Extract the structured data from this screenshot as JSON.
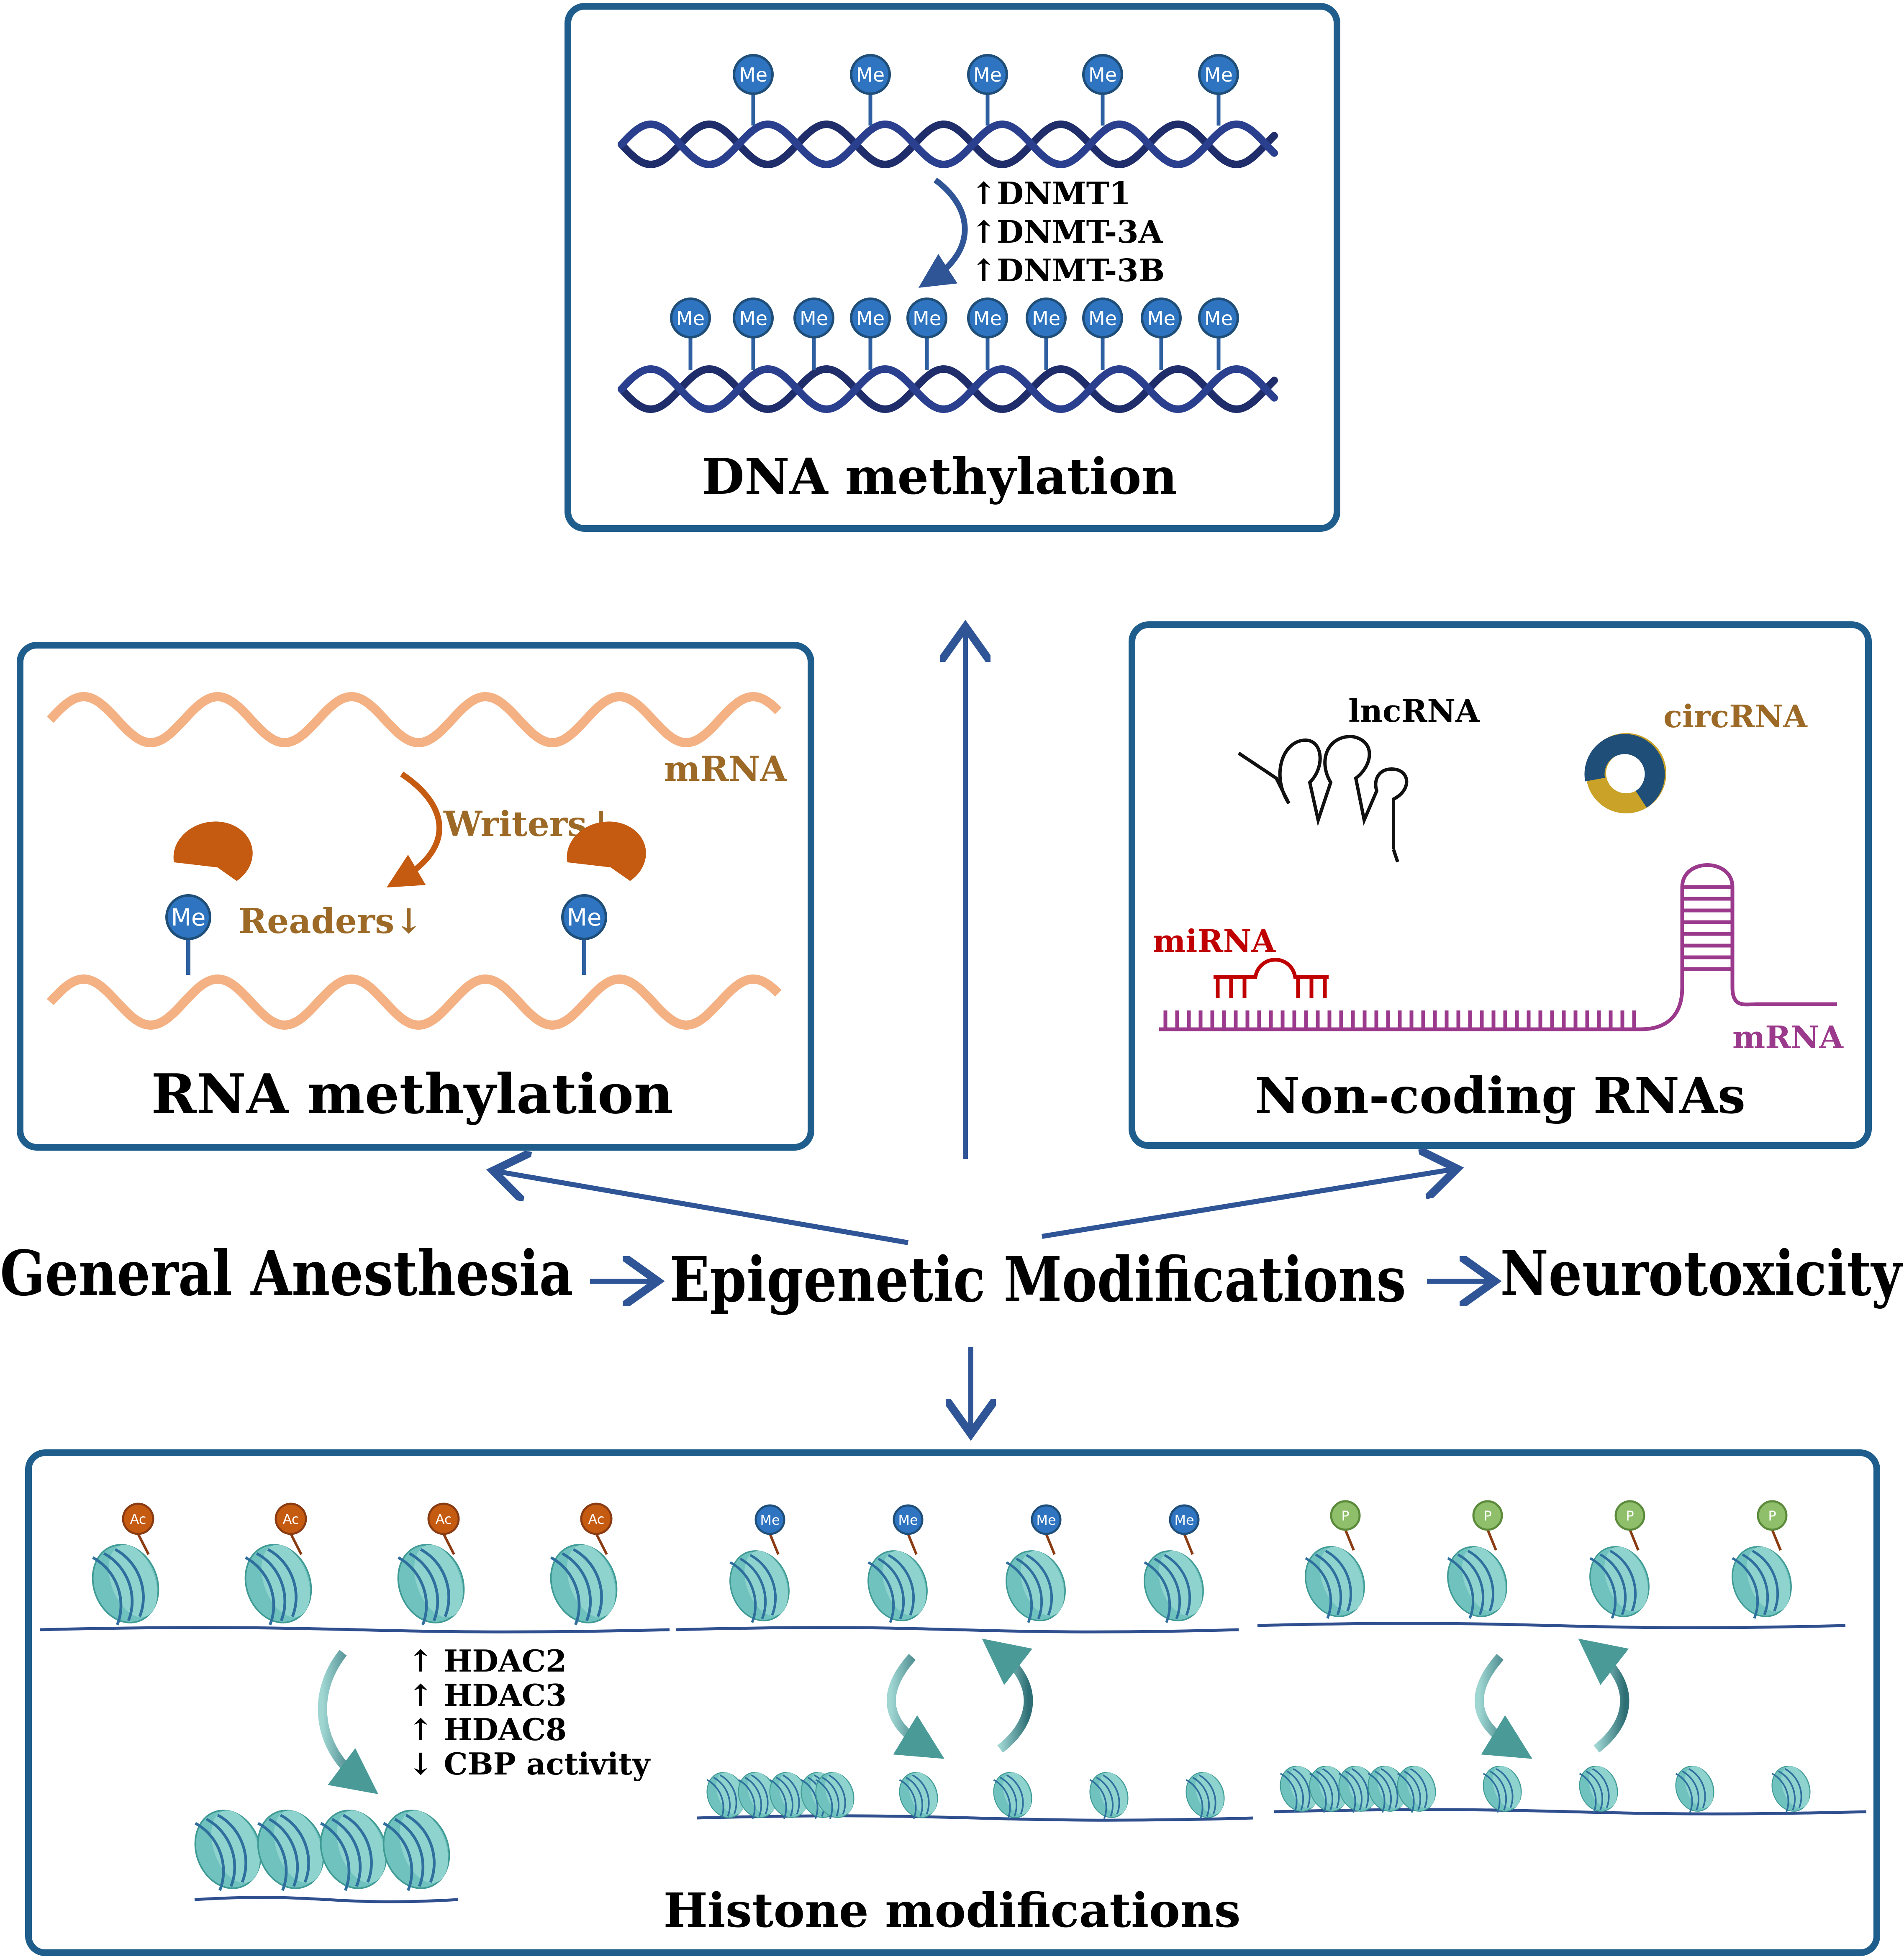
{
  "colors": {
    "border": "#1f5e8c",
    "arrow": "#2f5597",
    "dna": "#1f2d6b",
    "dna_light": "#2b3f8f",
    "me_ball": "#2e74c0",
    "mrna_orange": "#f4b183",
    "brown_text": "#9c6a26",
    "reader": "#c55a11",
    "circ_blue": "#1f4e79",
    "circ_gold": "#c9a227",
    "mirna_red": "#c00000",
    "mrna_purple": "#9b3a8c",
    "nucleosome": "#6fc2bd",
    "nucleosome_band": "#2e6f9e",
    "ac_ball": "#c55a11",
    "p_ball": "#8fbf6a",
    "text": "#000000"
  },
  "panels": {
    "dna": {
      "title": "DNA methylation",
      "mark_label": "Me",
      "enzymes": [
        "↑DNMT1",
        "↑DNMT-3A",
        "↑DNMT-3B"
      ]
    },
    "rna": {
      "title": "RNA methylation",
      "mrna_label": "mRNA",
      "writers_label": "Writers↓",
      "readers_label": "Readers↓",
      "mark_label": "Me"
    },
    "ncrna": {
      "title": "Non-coding RNAs",
      "lncrna_label": "lncRNA",
      "circrna_label": "circRNA",
      "mirna_label": "miRNA",
      "mrna_label": "mRNA"
    },
    "histone": {
      "title": "Histone modifications",
      "ac_label": "Ac",
      "me_label": "Me",
      "p_label": "P",
      "enzymes": [
        "↑ HDAC2",
        "↑ HDAC3",
        "↑ HDAC8",
        "↓ CBP activity"
      ]
    }
  },
  "flow": {
    "step1": "General Anesthesia",
    "step2": "Epigenetic Modifications",
    "step3": "Neurotoxicity"
  }
}
